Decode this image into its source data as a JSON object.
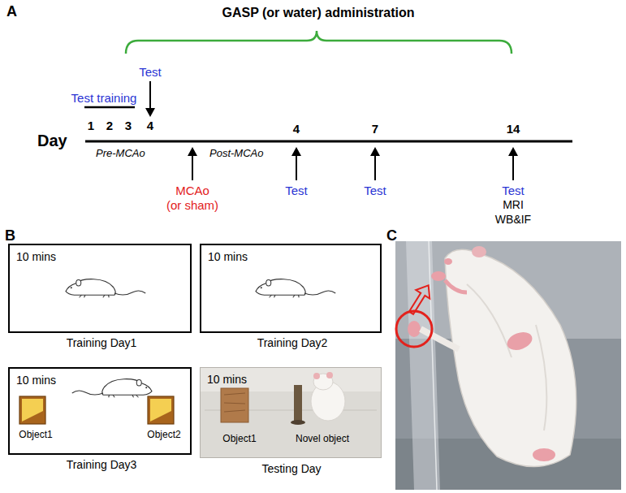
{
  "diagram": {
    "nodes": [
      {
        "text": [
          "10 mins",
          "Training Day1"
        ]
      },
      {
        "text": [
          "10 mins",
          "Training Day2"
        ]
      },
      {
        "text": [
          "10 mins",
          "Object1",
          "Object2",
          "Training Day3"
        ]
      },
      {
        "text": [
          "10 mins",
          "Object1",
          "Novel object",
          "Testing Day"
        ]
      }
    ],
    "labels": [
      "A",
      "GASP (or water) administration",
      "Test",
      "Test training",
      "1",
      "2",
      "3",
      "4",
      "Day",
      "Pre-MCAo",
      "Post-MCAo",
      "4",
      "7",
      "14",
      "MCAo",
      "(or sham)",
      "Test",
      "Test",
      "Test",
      "MRI",
      "WB&IF",
      "B",
      "C"
    ]
  }
}
